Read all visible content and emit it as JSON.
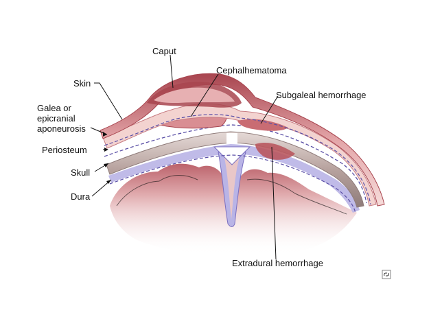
{
  "labels": {
    "caput": "Caput",
    "cephalhematoma": "Cephalhematoma",
    "skin": "Skin",
    "subgaleal": "Subgaleal hemorrhage",
    "galea_line1": "Galea or",
    "galea_line2": "epicranial",
    "galea_line3": "aponeurosis",
    "periosteum": "Periosteum",
    "skull": "Skull",
    "dura": "Dura",
    "extradural": "Extradural hemorrhage"
  },
  "icons": {
    "corner": "chain-link-icon"
  },
  "colors": {
    "skin": "#d98e93",
    "skin_dark": "#a8454f",
    "skin_light": "#f3d3d0",
    "bone": "#c9b7b3",
    "bone_dark": "#8f7c7a",
    "periosteum": "#7a6fc0",
    "dura": "#b9b4e6",
    "brain": "#e2b2b4",
    "blood": "#b9585f"
  }
}
